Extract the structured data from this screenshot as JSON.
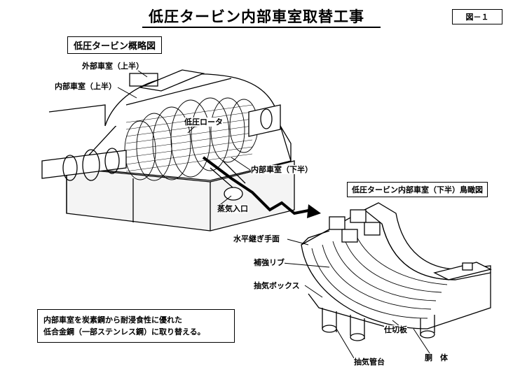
{
  "title": "低圧タービン内部車室取替工事",
  "figure_no": "図－１",
  "overview": {
    "heading": "低圧タービン概略図",
    "labels": {
      "outer_casing_upper": "外部車室（上半）",
      "inner_casing_upper": "内部車室（上半）",
      "lp_rotor": "低圧ロータ",
      "inner_casing_lower": "内部車室（下半）",
      "steam_inlet": "蒸気入口"
    }
  },
  "detail": {
    "heading": "低圧タービン内部車室（下半）鳥瞰図",
    "labels": {
      "horizontal_joint": "水平継ぎ手面",
      "rib": "補強リブ",
      "extraction_box": "抽気ボックス",
      "partition": "仕切板",
      "body": "胴　体",
      "extraction_nozzle": "抽気管台"
    }
  },
  "note": {
    "line1": "内部車室を炭素鋼から耐浸食性に優れた",
    "line2": "低合金鋼（一部ステンレス鋼）に取り替える。"
  }
}
